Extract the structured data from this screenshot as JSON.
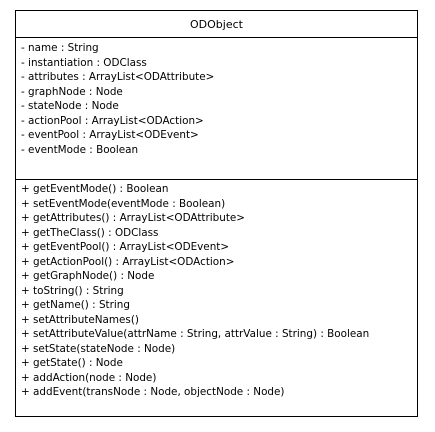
{
  "class": {
    "name": "ODObject",
    "attributes": [
      "- name : String",
      "- instantiation : ODClass",
      "- attributes : ArrayList<ODAttribute>",
      "- graphNode : Node",
      "- stateNode : Node",
      "- actionPool : ArrayList<ODAction>",
      "- eventPool : ArrayList<ODEvent>",
      "- eventMode : Boolean"
    ],
    "operations": [
      "+ getEventMode() : Boolean",
      "+ setEventMode(eventMode : Boolean)",
      "+ getAttributes() : ArrayList<ODAttribute>",
      "+ getTheClass() : ODClass",
      "+ getEventPool() : ArrayList<ODEvent>",
      "+ getActionPool() : ArrayList<ODAction>",
      "+ getGraphNode() : Node",
      "+ toString() : String",
      "+ getName() : String",
      "+ setAttributeNames()",
      "+ setAttributeValue(attrName : String, attrValue : String) : Boolean",
      "+ setState(stateNode : Node)",
      "+ getState() : Node",
      "+ addAction(node : Node)",
      "+ addEvent(transNode : Node, objectNode : Node)"
    ]
  }
}
